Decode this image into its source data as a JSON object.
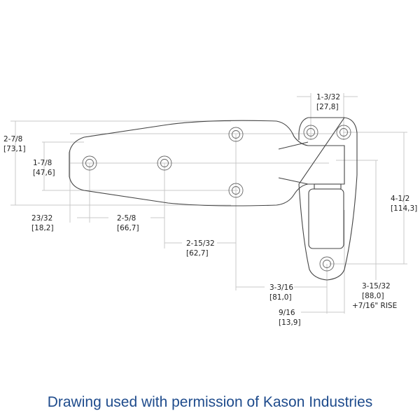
{
  "caption": "Drawing used with permission of Kason Industries",
  "colors": {
    "caption": "#1e4b8c",
    "outline": "#444444",
    "extension_lines": "#c8c8c8",
    "text": "#222222"
  },
  "dimensions": {
    "overall_height": {
      "imperial": "2-7/8",
      "metric": "[73,1]"
    },
    "hole_spacing_vertical": {
      "imperial": "1-7/8",
      "metric": "[47,6]"
    },
    "edge_to_hole": {
      "imperial": "23/32",
      "metric": "[18,2]"
    },
    "hole_to_hole_1": {
      "imperial": "2-5/8",
      "metric": "[66,7]"
    },
    "hole_to_hole_2": {
      "imperial": "2-15/32",
      "metric": "[62,7]"
    },
    "top_hole_spacing": {
      "imperial": "1-3/32",
      "metric": "[27,8]"
    },
    "strike_height": {
      "imperial": "4-1/2",
      "metric": "[114,3]"
    },
    "hole_to_bottom_hole": {
      "imperial": "3-3/16",
      "metric": "[81,0]"
    },
    "bottom_offset": {
      "imperial": "9/16",
      "metric": "[13,9]"
    },
    "rise_height": {
      "imperial": "3-15/32",
      "metric": "[88,0]",
      "note": "+7/16\" RISE"
    }
  }
}
